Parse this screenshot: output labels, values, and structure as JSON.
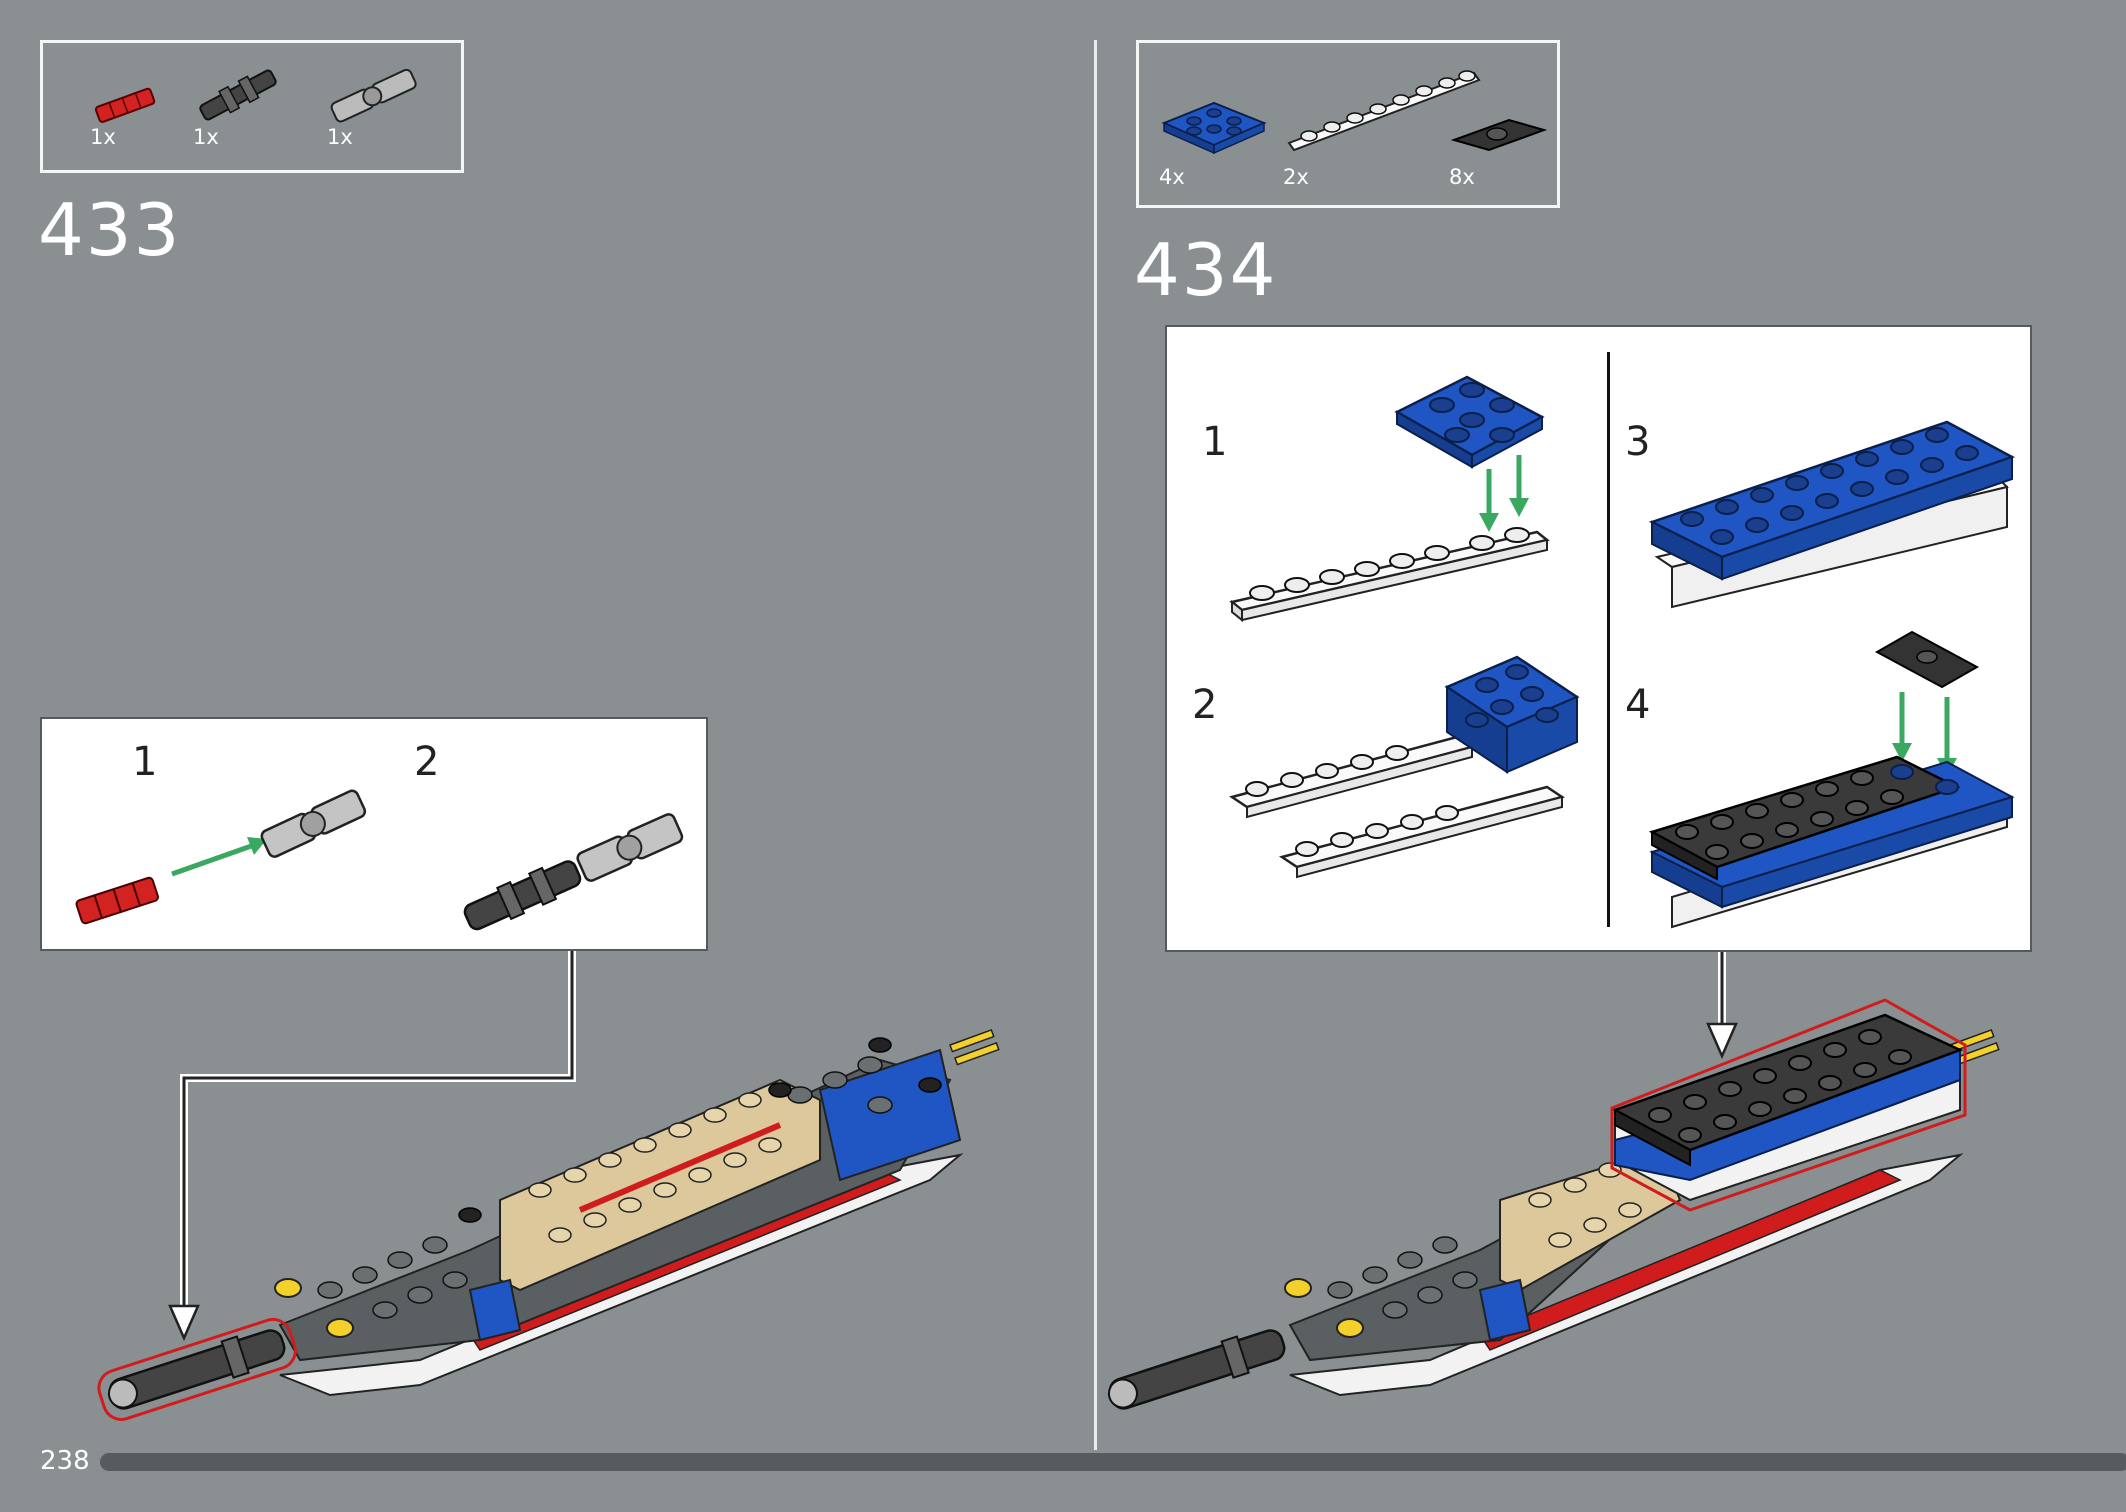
{
  "page": {
    "number": "238"
  },
  "step433": {
    "number": "433",
    "parts": [
      {
        "qty": "1x",
        "icon": "red-axle-connector-icon"
      },
      {
        "qty": "1x",
        "icon": "dark-axle-icon"
      },
      {
        "qty": "1x",
        "icon": "universal-joint-icon"
      }
    ],
    "callout": {
      "steps": [
        "1",
        "2"
      ]
    }
  },
  "step434": {
    "number": "434",
    "parts": [
      {
        "qty": "4x",
        "icon": "blue-plate-2x3-icon"
      },
      {
        "qty": "2x",
        "icon": "white-plate-1x8-icon"
      },
      {
        "qty": "8x",
        "icon": "black-jumper-plate-icon"
      }
    ],
    "callout": {
      "steps": [
        "1",
        "2",
        "3",
        "4"
      ]
    }
  },
  "colors": {
    "background": "#8a9092",
    "highlight": "#d01c1c",
    "arrow": "#3aa860",
    "blue": "#1f56c4",
    "tan": "#dcc89a"
  }
}
